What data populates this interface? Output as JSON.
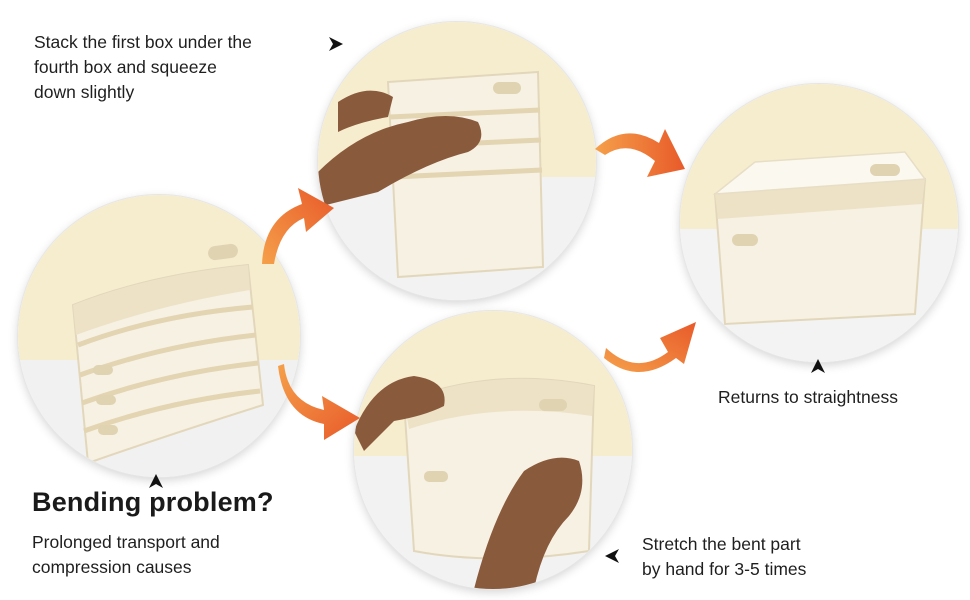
{
  "steps": {
    "problem": {
      "title": "Bending problem?",
      "desc_line1": "Prolonged transport and",
      "desc_line2": "compression causes"
    },
    "stack": {
      "line1": "Stack the first box under the",
      "line2": "fourth box and squeeze",
      "line3": "down slightly"
    },
    "stretch": {
      "line1": "Stretch the bent part",
      "line2": "by hand for 3-5 times"
    },
    "result": {
      "line1": "Returns to straightness"
    }
  },
  "colors": {
    "arrow_start": "#f5a04a",
    "arrow_end": "#e85a2a",
    "box": "#f7f1e3",
    "box_shade": "#e9dfc8",
    "wall": "#f6edcf",
    "table": "#f2f2f2",
    "skin": "#8a5a3c"
  },
  "icons": {
    "pointer": "arrowhead-pointer-icon",
    "flow": "curved-arrow-icon"
  }
}
